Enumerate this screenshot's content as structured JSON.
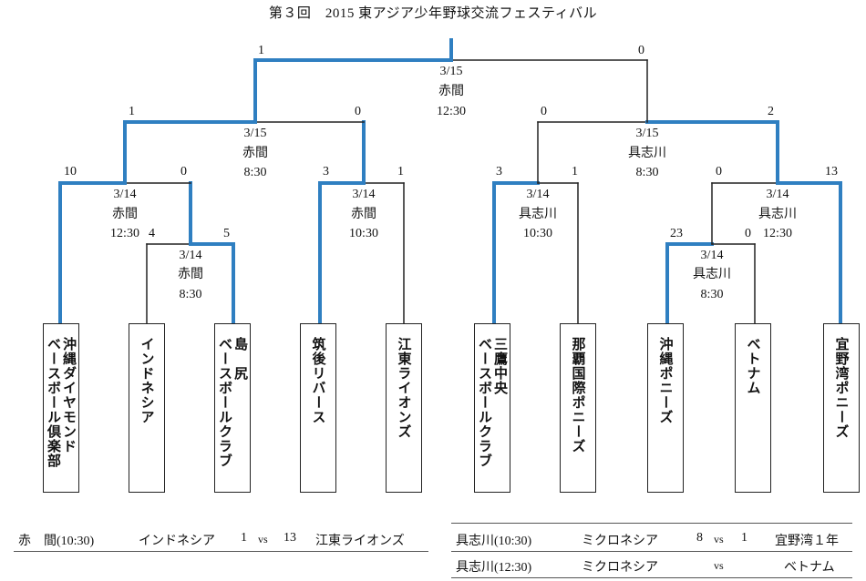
{
  "title": "第３回　2015 東アジア少年野球交流フェスティバル",
  "teams": [
    {
      "id": "okinawa-diamonds",
      "lines": [
        "沖縄ダイヤモンド",
        "ベースボール倶楽部"
      ]
    },
    {
      "id": "indonesia",
      "lines": [
        "インドネシア"
      ]
    },
    {
      "id": "shimajiri",
      "lines": [
        "島　尻",
        "ベースボールクラブ"
      ]
    },
    {
      "id": "chikugo",
      "lines": [
        "筑後リバース"
      ]
    },
    {
      "id": "koto",
      "lines": [
        "江東ライオンズ"
      ]
    },
    {
      "id": "mitaka",
      "lines": [
        "三鷹中央",
        "ベースボールクラブ"
      ]
    },
    {
      "id": "naha",
      "lines": [
        "那覇国際ポニーズ"
      ]
    },
    {
      "id": "okinawa-ponies",
      "lines": [
        "沖縄ポニーズ"
      ]
    },
    {
      "id": "vietnam",
      "lines": [
        "ベトナム"
      ]
    },
    {
      "id": "ginowan",
      "lines": [
        "宜野湾ポニーズ"
      ]
    }
  ],
  "matches": {
    "m1": {
      "date": "3/14",
      "venue": "赤間",
      "time": "8:30",
      "score_left": "4",
      "score_right": "5"
    },
    "m2": {
      "date": "3/14",
      "venue": "赤間",
      "time": "12:30",
      "score_left": "10",
      "score_right": "0"
    },
    "m3": {
      "date": "3/14",
      "venue": "赤間",
      "time": "10:30",
      "score_left": "3",
      "score_right": "1"
    },
    "m4": {
      "date": "3/14",
      "venue": "具志川",
      "time": "10:30",
      "score_left": "3",
      "score_right": "1"
    },
    "m5": {
      "date": "3/14",
      "venue": "具志川",
      "time": "8:30",
      "score_left": "23",
      "score_right": "0"
    },
    "m6": {
      "date": "3/14",
      "venue": "具志川",
      "time": "12:30",
      "score_left": "0",
      "score_right": "13"
    },
    "m7": {
      "date": "3/15",
      "venue": "赤間",
      "time": "8:30",
      "score_left": "1",
      "score_right": "0"
    },
    "m8": {
      "date": "3/15",
      "venue": "具志川",
      "time": "8:30",
      "score_left": "0",
      "score_right": "2"
    },
    "final": {
      "date": "3/15",
      "venue": "赤間",
      "time": "12:30",
      "score_left": "1",
      "score_right": "0"
    }
  },
  "results": [
    {
      "venue": "赤　間(10:30)",
      "team1": "インドネシア",
      "score1": "1",
      "vs": "vs",
      "score2": "13",
      "team2": "江東ライオンズ"
    },
    {
      "venue": "具志川(10:30)",
      "team1": "ミクロネシア",
      "score1": "8",
      "vs": "vs",
      "score2": "1",
      "team2": "宜野湾１年"
    },
    {
      "venue": "具志川(12:30)",
      "team1": "ミクロネシア",
      "score1": "",
      "vs": "vs",
      "score2": "",
      "team2": "ベトナム"
    }
  ],
  "colors": {
    "winner_line": "#2f7fc1",
    "loser_line": "#222222"
  }
}
